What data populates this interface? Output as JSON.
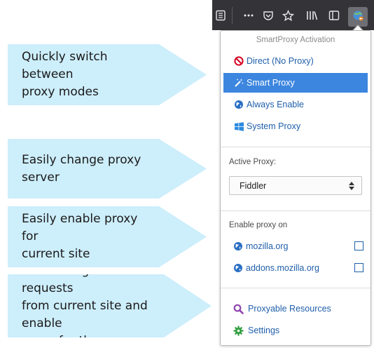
{
  "callouts": [
    {
      "text": "Quickly switch between\nproxy modes"
    },
    {
      "text": "Easily change proxy server"
    },
    {
      "text": "Easily enable proxy for\ncurrent site"
    },
    {
      "text": "See the log of all requests\nfrom current site and enable\nproxy for them"
    }
  ],
  "toolbar": {
    "icons": [
      "reader-view-icon",
      "more-icon",
      "pocket-icon",
      "star-icon",
      "library-icon",
      "sidebar-icon",
      "smartproxy-icon"
    ]
  },
  "panel": {
    "title": "SmartProxy Activation",
    "modes": [
      {
        "label": "Direct (No Proxy)",
        "icon": "no-entry-icon",
        "active": false
      },
      {
        "label": "Smart Proxy",
        "icon": "magic-wand-icon",
        "active": true
      },
      {
        "label": "Always Enable",
        "icon": "globe-icon",
        "active": false
      },
      {
        "label": "System Proxy",
        "icon": "windows-icon",
        "active": false
      }
    ],
    "active_proxy_label": "Active Proxy:",
    "active_proxy_value": "Fiddler",
    "enable_on_label": "Enable proxy on",
    "sites": [
      {
        "label": "mozilla.org",
        "checked": false
      },
      {
        "label": "addons.mozilla.org",
        "checked": false
      }
    ],
    "proxyable_resources_label": "Proxyable Resources",
    "settings_label": "Settings"
  },
  "colors": {
    "callout_bg": "#cdeefb",
    "active_item_bg": "#3d86df",
    "link_blue": "#1f5faa",
    "stop_red": "#d70022",
    "resources_purple": "#8e44ad",
    "settings_green": "#2e9e3c",
    "toolbar_bg": "#333338"
  }
}
